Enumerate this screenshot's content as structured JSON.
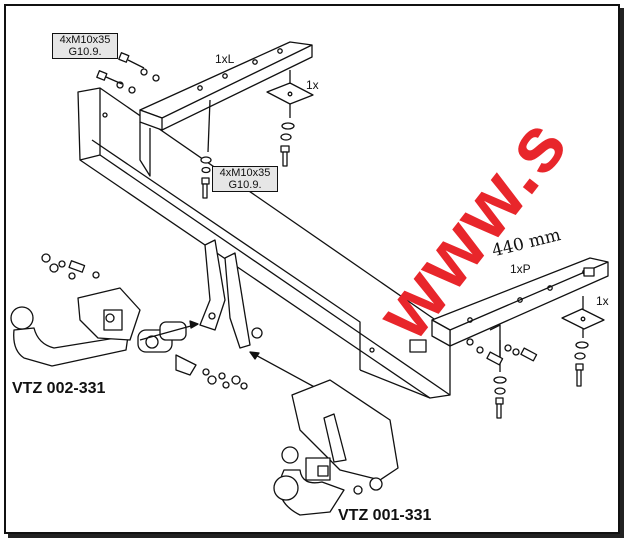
{
  "labels": {
    "bolt_spec_top_line1": "4xM10x35",
    "bolt_spec_top_line2": "G10.9.",
    "bolt_spec_mid_line1": "4xM10x35",
    "bolt_spec_mid_line2": "G10.9.",
    "bracket_left_qty": "1xL",
    "bracket_right_qty": "1xP",
    "plate_top_qty": "1x",
    "plate_right_qty": "1x",
    "dimension": "440 mm",
    "model_fixed": "VTZ 002-331",
    "model_detachable": "VTZ 001-331"
  },
  "watermark": {
    "text": "www.s",
    "color": "#e8262b"
  },
  "colors": {
    "line": "#111111",
    "label_box_bg": "#e6e6e6",
    "background": "#ffffff"
  }
}
